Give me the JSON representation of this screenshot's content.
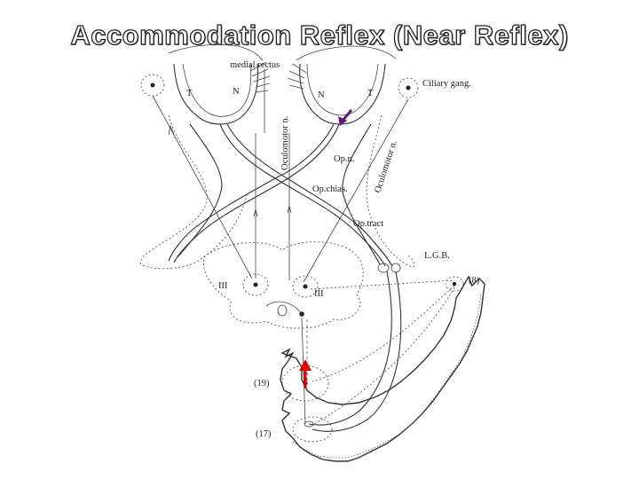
{
  "slide": {
    "title": "Accommodation Reflex (Near Reflex)"
  },
  "diagram": {
    "labels": {
      "medial_rectus": "medial rectus",
      "ciliary_gang": "Ciliary gang.",
      "t_left": "T",
      "n_left": "N",
      "n_right": "N",
      "t_right": "T",
      "oculomotor_left": "Oculomotor n.",
      "oculomotor_right": "Oculomotor n.",
      "op_n": "Op.n.",
      "op_chias": "Op.chias.",
      "op_tract": "Op.tract",
      "lgb": "L.G.B.",
      "iii_left": "III",
      "iii_right": "III",
      "area_8": "(8)",
      "area_19": "(19)",
      "area_17": "(17)"
    },
    "arrows": [
      {
        "name": "purple-arrow",
        "color": "#5a1a7a"
      },
      {
        "name": "red-arrow",
        "color": "#e00000"
      }
    ]
  }
}
